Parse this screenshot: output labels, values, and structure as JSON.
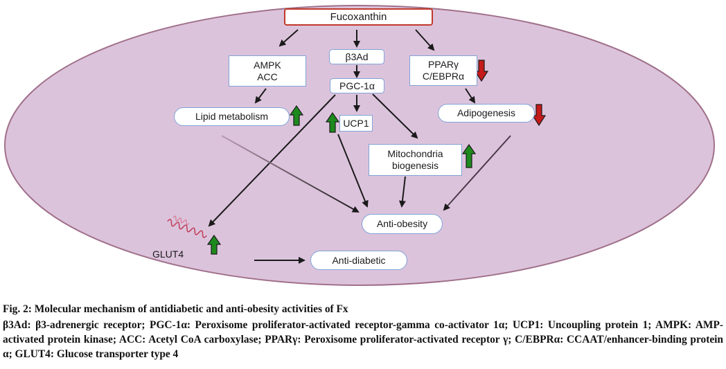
{
  "nodes": {
    "fucoxanthin": "Fucoxanthin",
    "ampk": "AMPK",
    "acc": "ACC",
    "b3ad": "β3Ad",
    "pgc1a": "PGC-1α",
    "ppar": "PPARγ",
    "cebpr": "C/EBPRα",
    "lipid": "Lipid metabolism",
    "ucp1": "UCP1",
    "adipogenesis": "Adipogenesis",
    "mito1": "Mitochondria",
    "mito2": "biogenesis",
    "antiobesity": "Anti-obesity",
    "glut4": "GLUT4",
    "antidiabetic": "Anti-diabetic"
  },
  "indicators": {
    "up_color": "#1e8a1e",
    "down_color": "#c41a1a"
  },
  "colors": {
    "ellipse_fill": "#dcc3dc",
    "ellipse_stroke": "#a0708a",
    "box_border": "#7fa3d6",
    "title_border": "#c0392b",
    "receptor": "#c0405a"
  },
  "caption": {
    "title": "Fig. 2: Molecular mechanism of antidiabetic and anti-obesity activities of Fx",
    "text": "β3Ad: β3-adrenergic receptor; PGC-1α: Peroxisome proliferator-activated receptor-gamma co-activator 1α; UCP1: Uncoupling protein 1; AMPK: AMP-activated protein kinase; ACC: Acetyl CoA carboxylase; PPARγ: Peroxisome proliferator-activated receptor γ; C/EBPRα: CCAAT/enhancer-binding protein α; GLUT4: Glucose transporter type 4"
  }
}
